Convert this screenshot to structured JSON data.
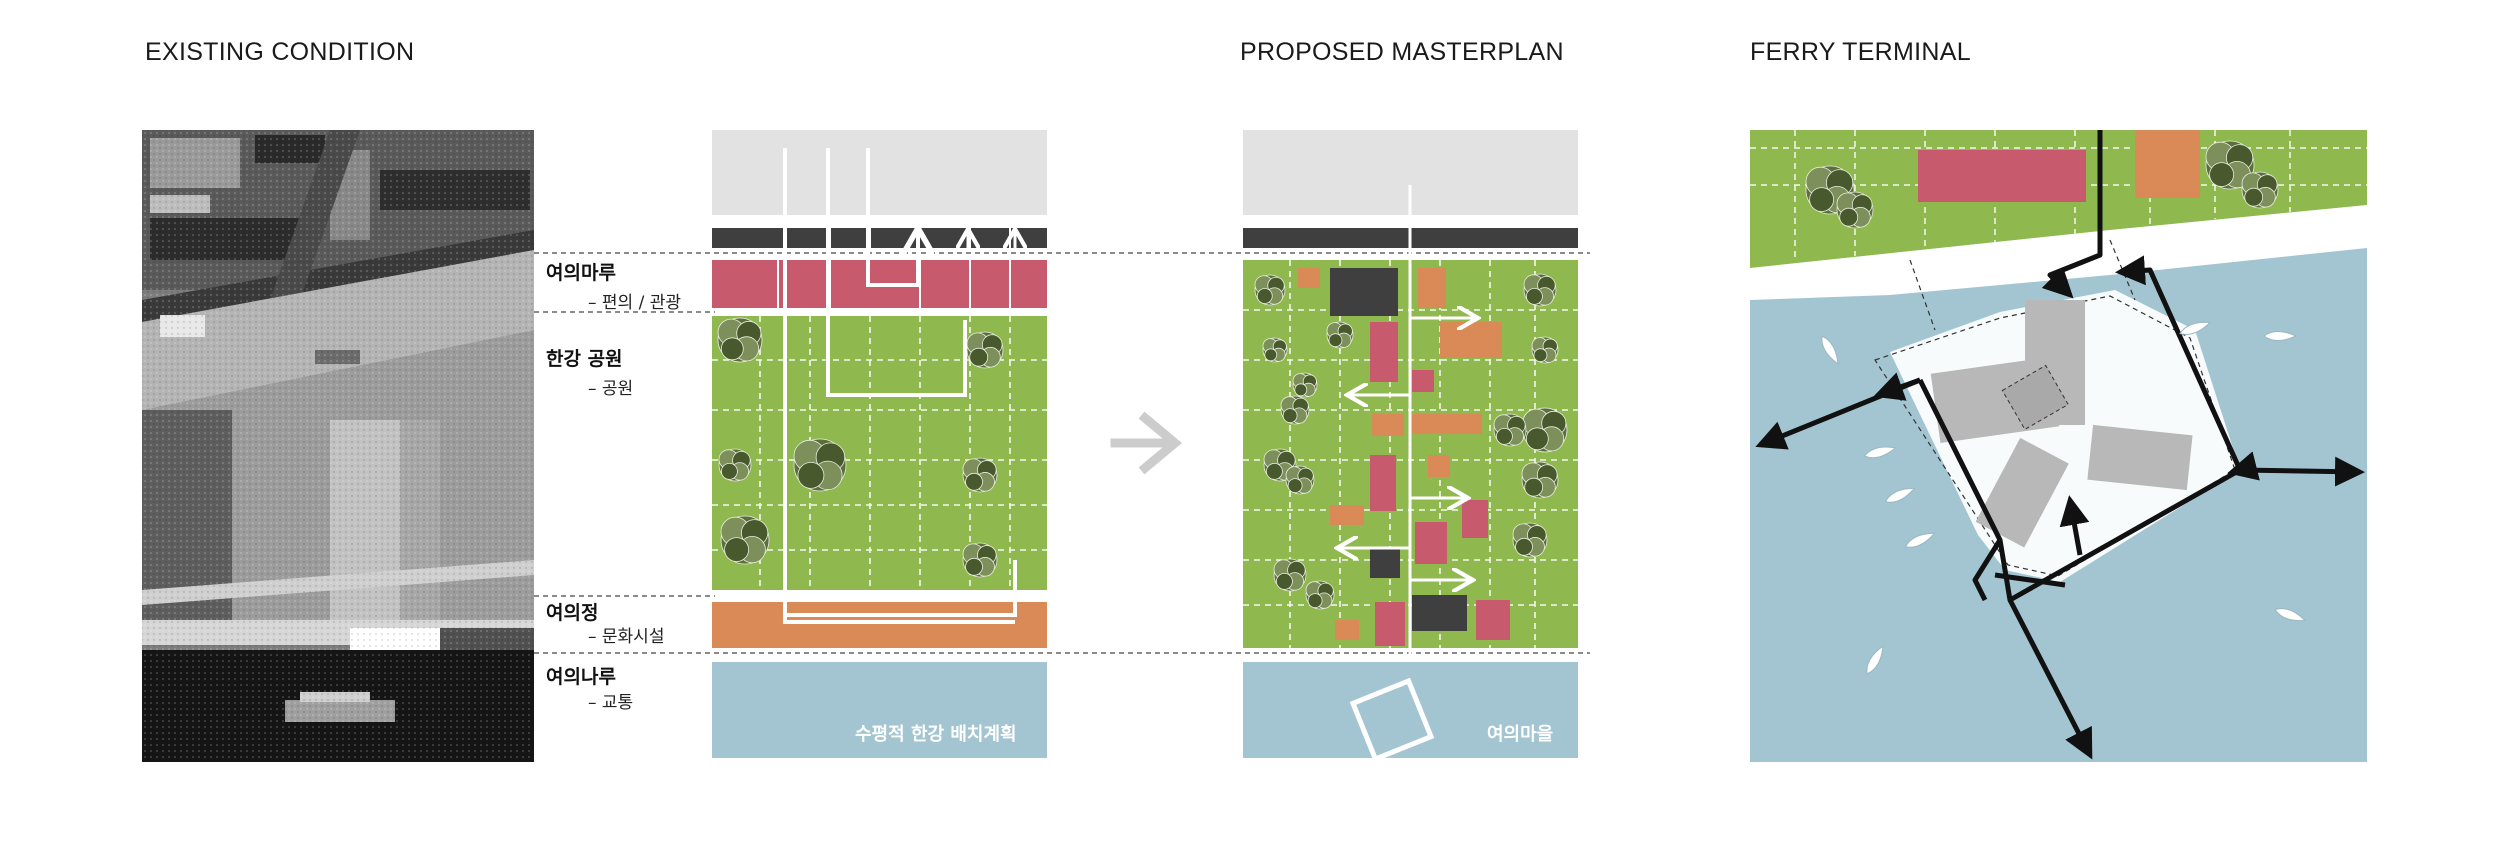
{
  "headers": {
    "existing": "EXISTING CONDITION",
    "proposed": "PROPOSED MASTERPLAN",
    "ferry": "FERRY TERMINAL"
  },
  "zones": [
    {
      "title": "여의마루",
      "sub": "– 편의 / 관광"
    },
    {
      "title": "한강 공원",
      "sub": "– 공원"
    },
    {
      "title": "여의정",
      "sub": "– 문화시설"
    },
    {
      "title": "여의나루",
      "sub": "– 교통"
    }
  ],
  "river_labels": {
    "horizontal_plan": "수평적 한강 배치계획",
    "yeoui_village": "여의마을"
  },
  "colors": {
    "green": "#8fb84e",
    "red": "#c85a6e",
    "orange": "#d98a56",
    "water": "#a3c5d1",
    "grey": "#e2e2e2",
    "dark": "#3f3f3f",
    "building": "#b8b8b8",
    "arrow": "#cccccc"
  },
  "icons": {
    "transition": "arrow-right-icon",
    "boat": "boat-icon",
    "tree": "tree-icon"
  }
}
